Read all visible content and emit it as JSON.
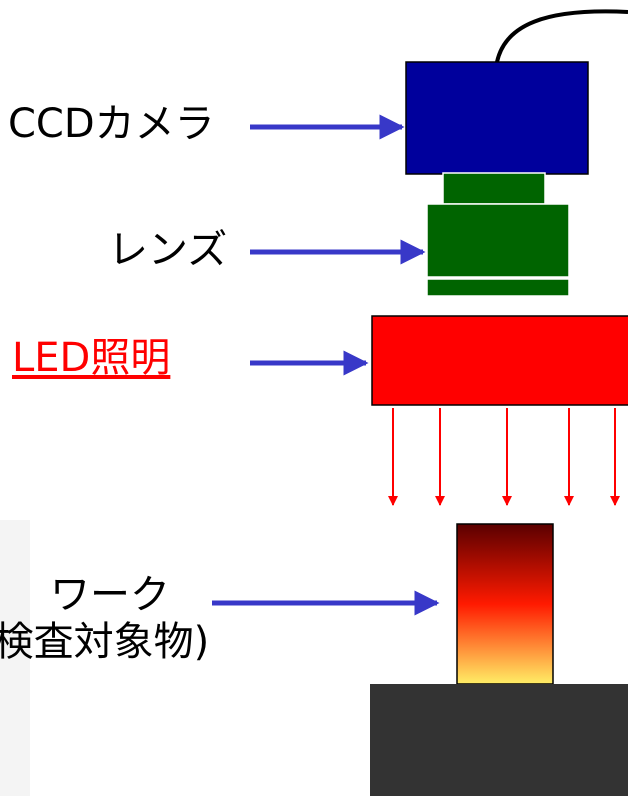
{
  "labels": {
    "camera": "CCDカメラ",
    "lens": "レンズ",
    "led": "LED照明",
    "work": "ワーク",
    "work_sub": "(検査対象物)"
  },
  "colors": {
    "camera": "#00009c",
    "lens": "#006400",
    "led": "#ff0000",
    "arrow": "#3838c8",
    "light_ray": "#ff0000",
    "stage": "#333333",
    "work_top": "#5a0000",
    "work_mid": "#ff1a00",
    "work_bottom": "#ffee66"
  }
}
